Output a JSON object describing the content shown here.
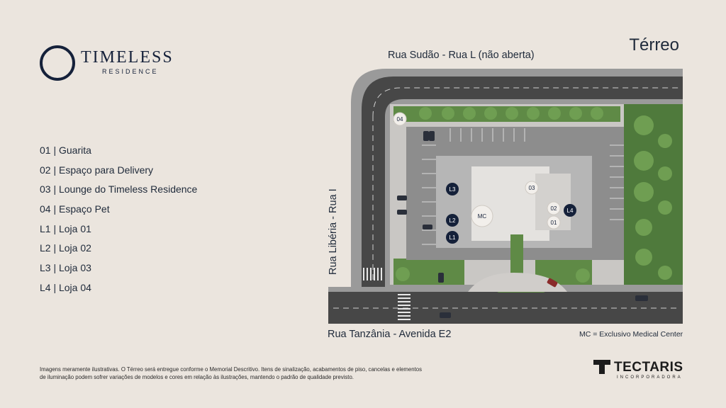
{
  "brand": {
    "name": "TIMELESS",
    "subtitle": "RESIDENCE"
  },
  "page_title": "Térreo",
  "legend": [
    {
      "label": "01 | Guarita"
    },
    {
      "label": "02 | Espaço para Delivery"
    },
    {
      "label": "03 | Lounge do Timeless Residence"
    },
    {
      "label": "04 | Espaço Pet"
    },
    {
      "label": "L1 | Loja 01"
    },
    {
      "label": "L2 | Loja 02"
    },
    {
      "label": "L3 | Loja 03"
    },
    {
      "label": "L4 | Loja 04"
    }
  ],
  "streets": {
    "top": "Rua Sudão - Rua L (não aberta)",
    "bottom": "Rua Tanzânia - Avenida E2",
    "left": "Rua Libéria - Rua I"
  },
  "map_markers": {
    "m04": "04",
    "m03": "03",
    "m02": "02",
    "m01": "01",
    "l1": "L1",
    "l2": "L2",
    "l3": "L3",
    "l4": "L4",
    "mc": "MC"
  },
  "mc_note": "MC = Exclusivo Medical Center",
  "disclaimer": "Imagens meramente ilustrativas. O Térreo será entregue conforme o Memorial Descritivo. Itens de sinalização, acabamentos de piso, cancelas e elementos de iluminação podem sofrer variações de modelos e cores em relação às ilustrações, mantendo o padrão de qualidade previsto.",
  "developer": {
    "name": "TECTARIS",
    "subtitle": "INCORPORADORA"
  },
  "colors": {
    "background": "#ebe5de",
    "navy": "#15213a",
    "road": "#474747",
    "greenery": "#4f7a3c"
  }
}
